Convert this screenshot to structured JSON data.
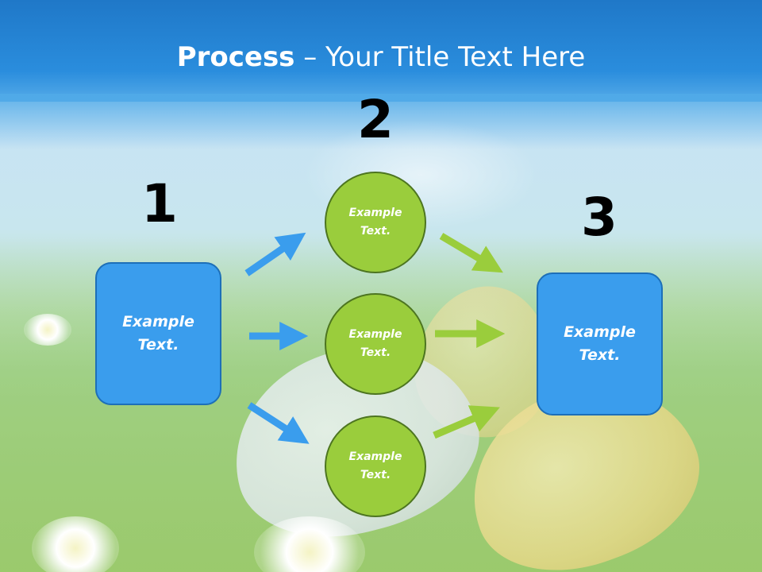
{
  "title": {
    "bold": "Process",
    "rest": " – Your Title Text Here"
  },
  "steps": [
    {
      "number": "1",
      "text": "Example Text."
    },
    {
      "number": "2",
      "items": [
        "Example Text.",
        "Example Text.",
        "Example Text."
      ]
    },
    {
      "number": "3",
      "text": "Example Text."
    }
  ],
  "colors": {
    "title_bar": "#2a8ddd",
    "box": "#3a9ded",
    "circle": "#9acd3c",
    "arrow_blue": "#3a9ded",
    "arrow_green": "#9acd3c"
  }
}
